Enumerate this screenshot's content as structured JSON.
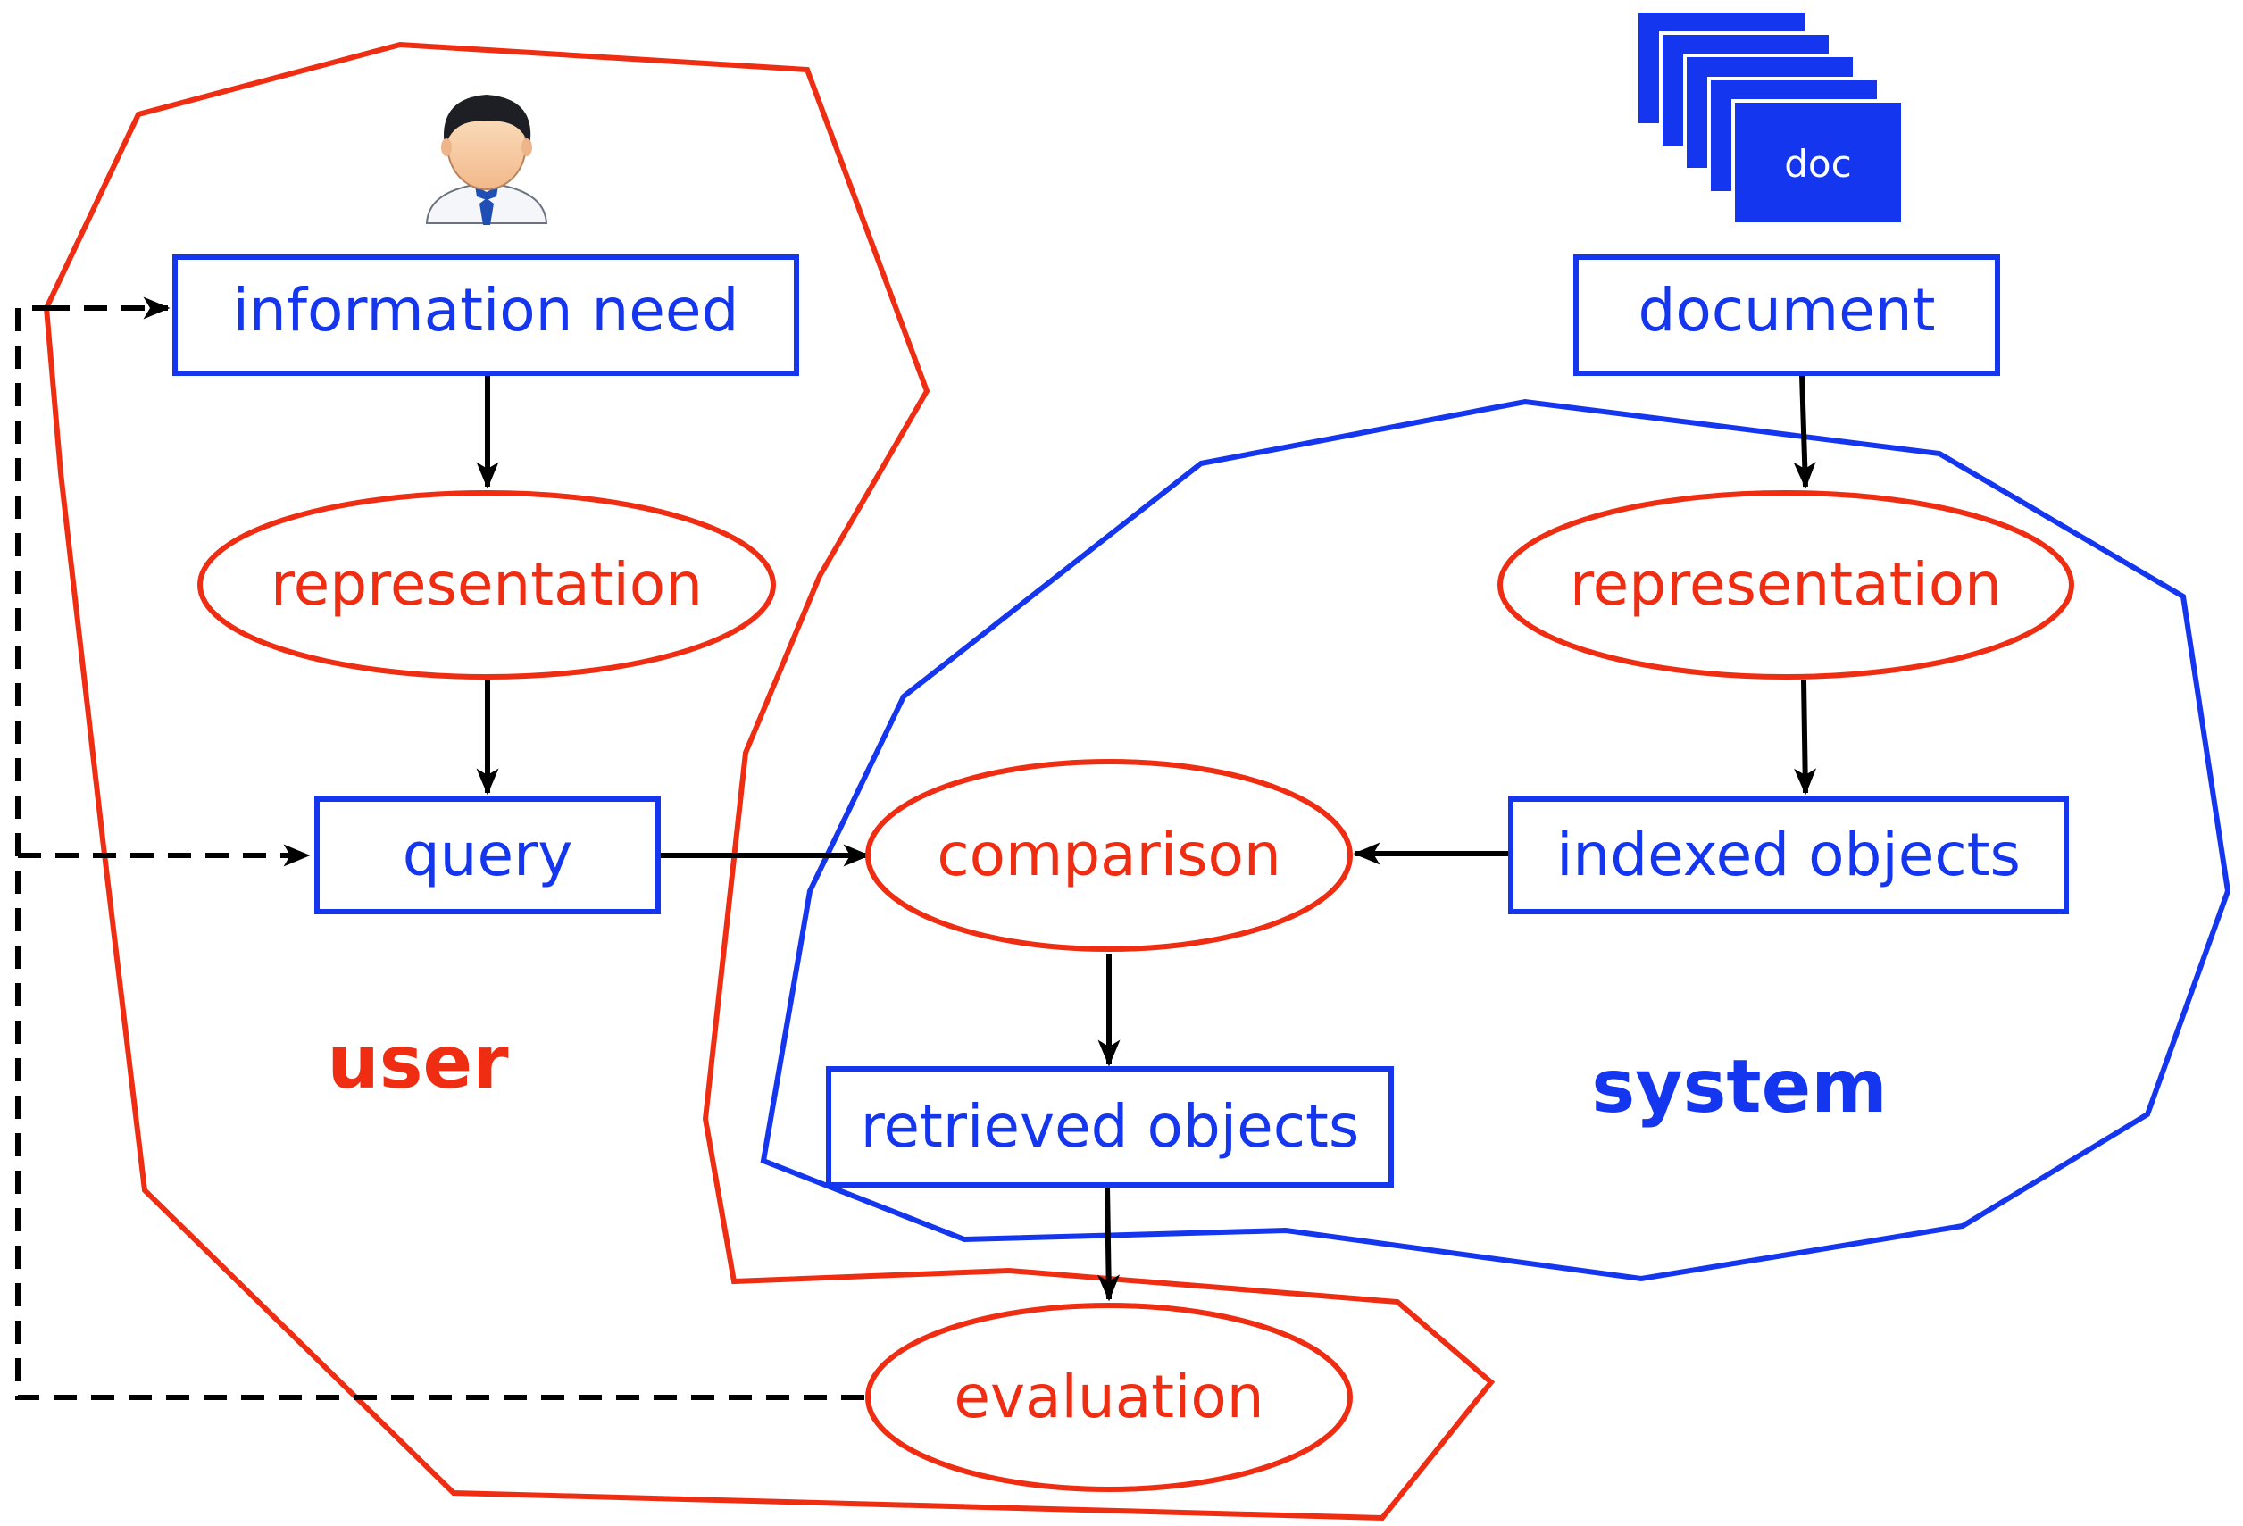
{
  "colors": {
    "user": "#ee2d12",
    "system": "#1436ee",
    "arrow": "#000000"
  },
  "icons": {
    "user": "person-avatar-icon",
    "documents": "document-stack-icon"
  },
  "labels": {
    "doc_icon": "doc",
    "information_need": "information need",
    "user_representation": "representation",
    "query": "query",
    "document": "document",
    "system_representation": "representation",
    "indexed_objects": "indexed objects",
    "comparison": "comparison",
    "retrieved_objects": "retrieved objects",
    "evaluation": "evaluation",
    "user_region": "user",
    "system_region": "system"
  }
}
